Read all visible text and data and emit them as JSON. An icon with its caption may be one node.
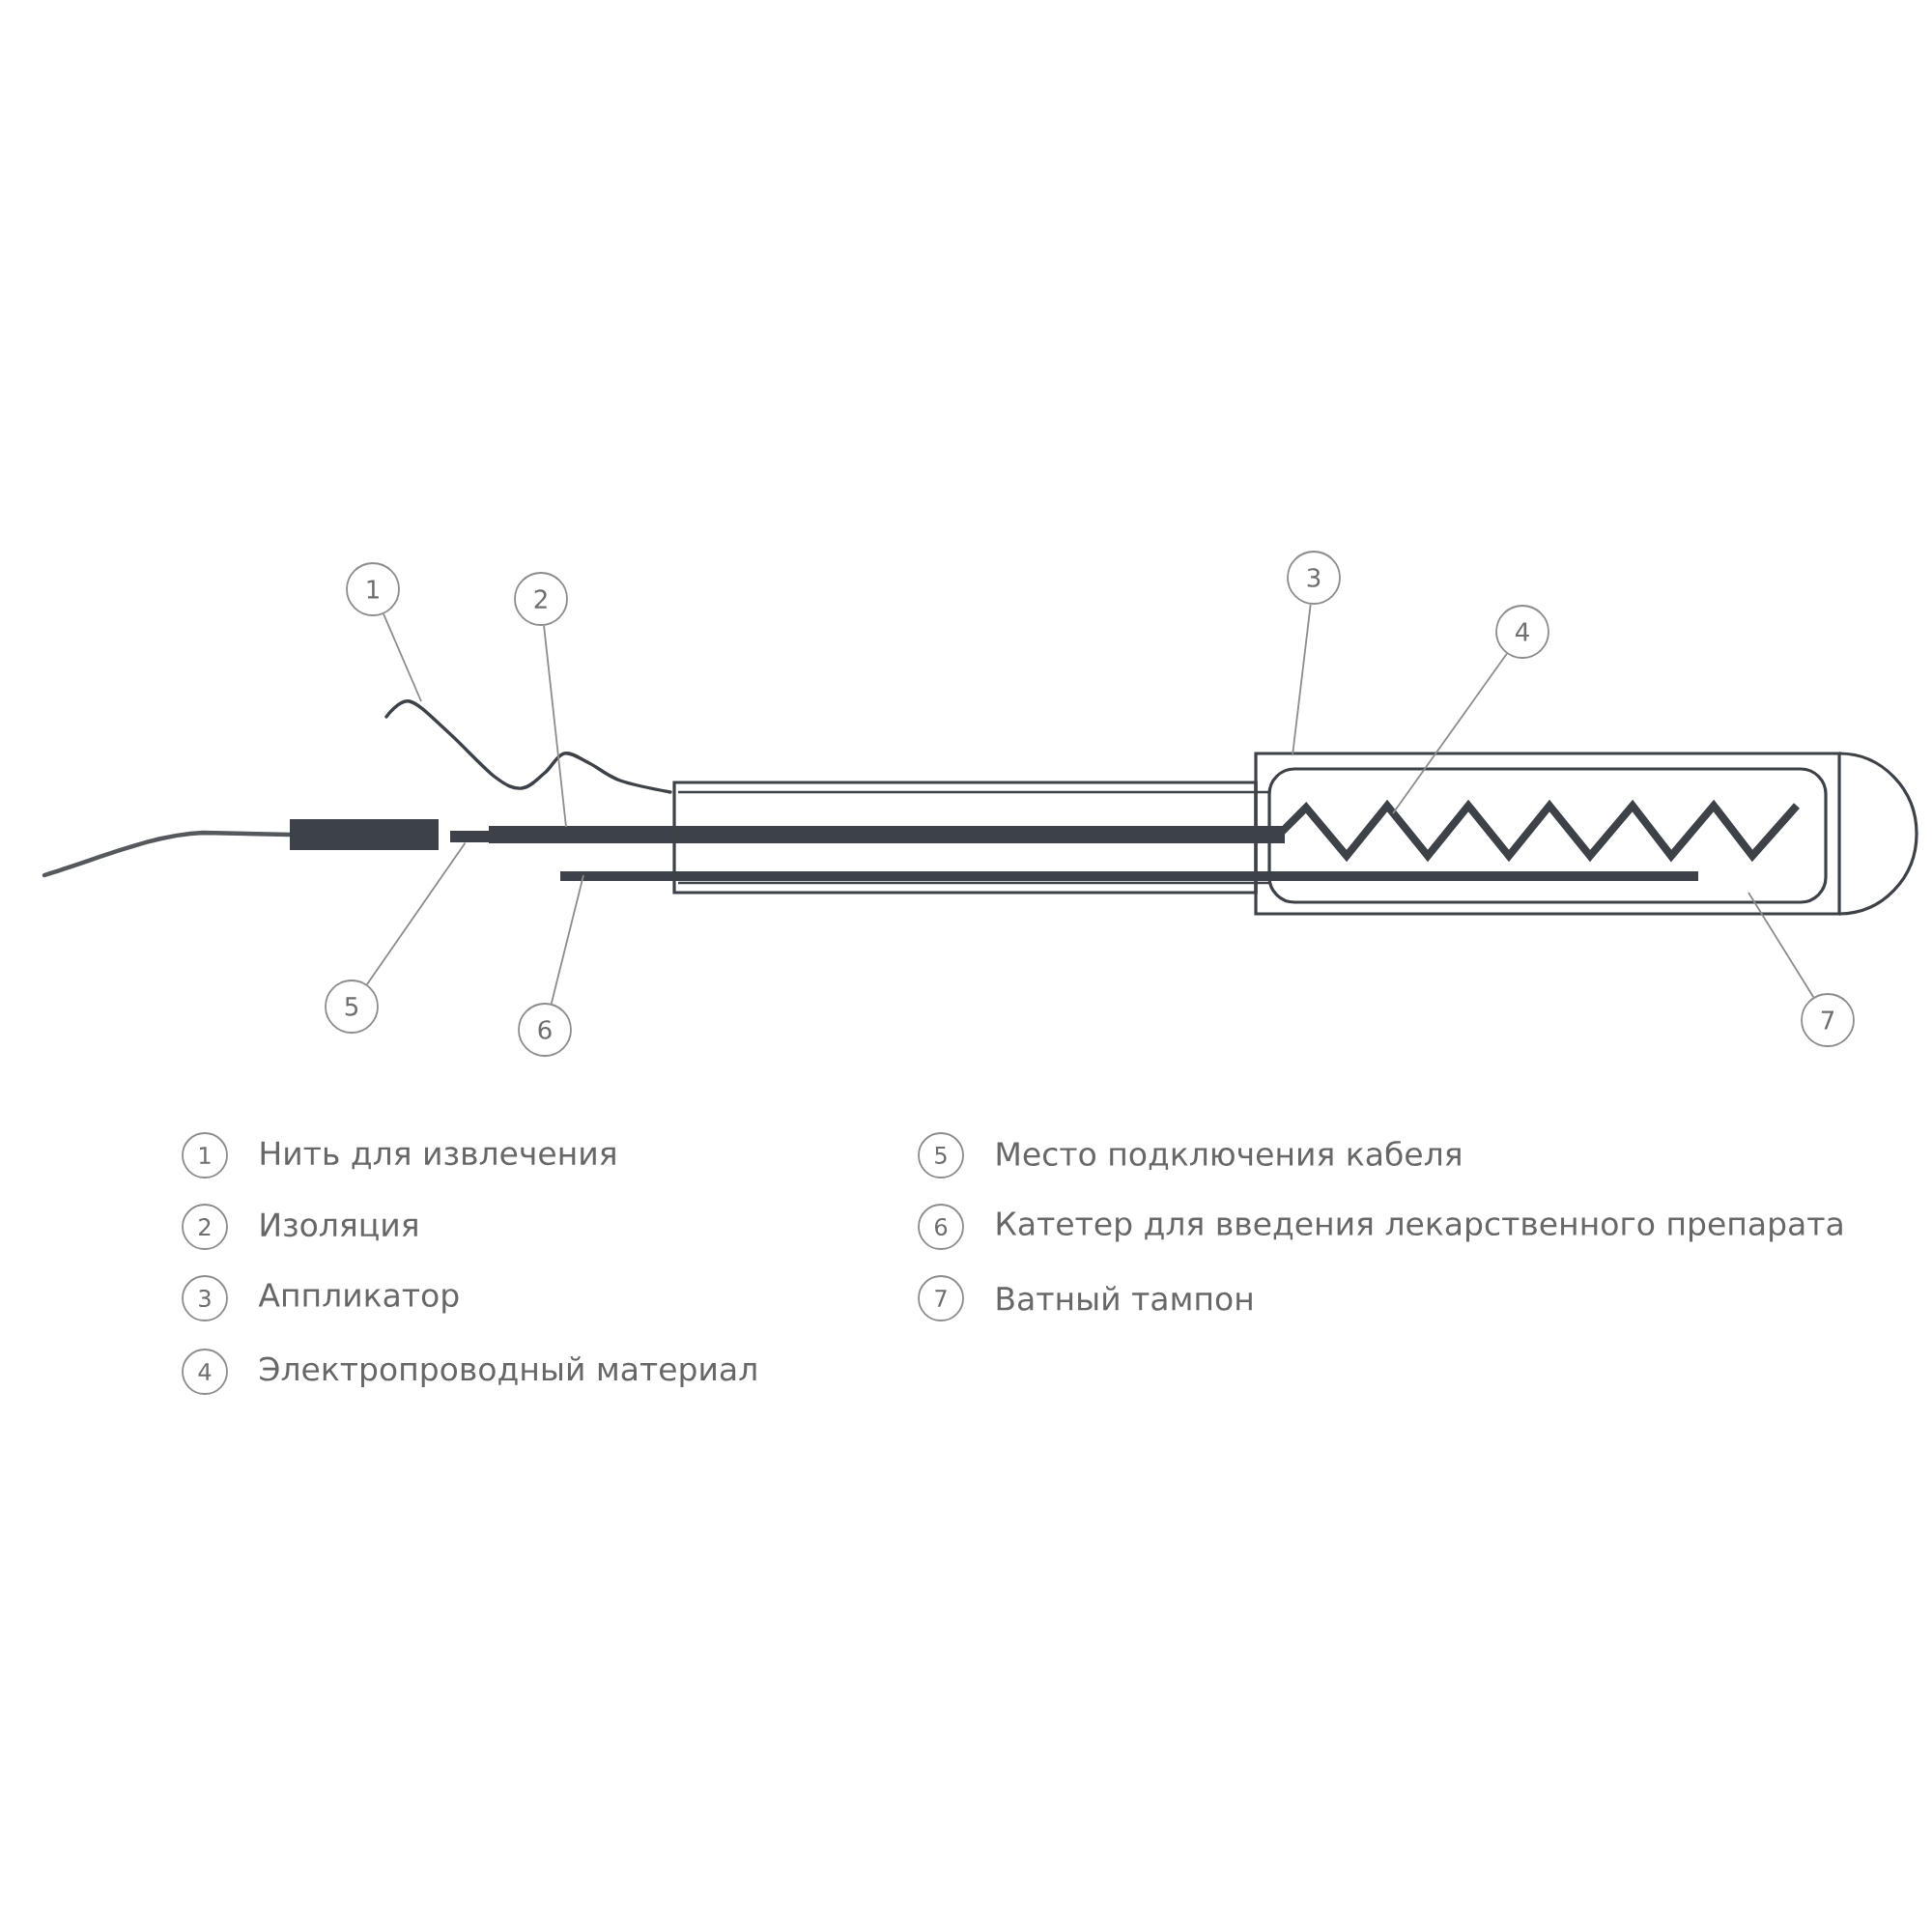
{
  "diagram": {
    "nodes": [
      {
        "text": [
          "1"
        ]
      },
      {
        "text": [
          "2"
        ]
      },
      {
        "text": [
          "3"
        ]
      },
      {
        "text": [
          "4"
        ]
      },
      {
        "text": [
          "5"
        ]
      },
      {
        "text": [
          "6"
        ]
      },
      {
        "text": [
          "7"
        ]
      },
      {
        "text": [],
        "shape": "curve"
      },
      {
        "text": [],
        "shape": "bar"
      },
      {
        "text": [],
        "shape": "bar"
      },
      {
        "text": [],
        "shape": "bar"
      },
      {
        "text": [],
        "shape": "box"
      },
      {
        "text": [],
        "shape": "box"
      },
      {
        "text": [],
        "shape": "box",
        "in": 12
      },
      {
        "text": [],
        "shape": "zigzag",
        "in": 13
      },
      {
        "text": [
          "1"
        ],
        "beside": [
          "Нить для извлечения"
        ]
      },
      {
        "text": [
          "2"
        ],
        "beside": [
          "Изоляция"
        ]
      },
      {
        "text": [
          "3"
        ],
        "beside": [
          "Аппликатор"
        ]
      },
      {
        "text": [
          "4"
        ],
        "beside": [
          "Электропроводный материал"
        ]
      },
      {
        "text": [
          "5"
        ],
        "beside": [
          "Место подключения кабеля"
        ]
      },
      {
        "text": [
          "6"
        ],
        "beside": [
          "Катетер для введения лекарственного препарата"
        ]
      },
      {
        "text": [
          "7"
        ],
        "beside": [
          "Ватный тампон"
        ]
      }
    ],
    "edges": [
      {
        "from": 0,
        "to": 7,
        "arrow": "none"
      },
      {
        "from": 1,
        "to": 9,
        "arrow": "none"
      },
      {
        "from": 2,
        "to": 12,
        "arrow": "none"
      },
      {
        "from": 3,
        "to": 14,
        "arrow": "none"
      },
      {
        "from": 4,
        "to": 8,
        "arrow": "none"
      },
      {
        "from": 5,
        "to": 10,
        "arrow": "none"
      },
      {
        "from": 6,
        "to": 13,
        "arrow": "none"
      }
    ]
  }
}
